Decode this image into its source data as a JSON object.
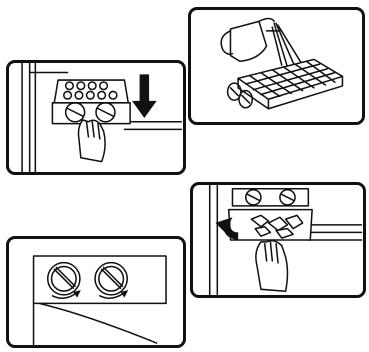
{
  "colors": {
    "line": "#111111",
    "background": "#ffffff",
    "arrow": "#111111"
  },
  "panels": [
    {
      "id": "pour-water",
      "icon": "pitcher-pouring-into-ice-tray"
    },
    {
      "id": "insert-tray",
      "icon": "ice-tray-pushed-down-arrow"
    },
    {
      "id": "remove-ice",
      "icon": "hand-pulling-bin-curved-arrow"
    },
    {
      "id": "twist-knobs",
      "icon": "twist-knobs-curved-arrows"
    }
  ]
}
